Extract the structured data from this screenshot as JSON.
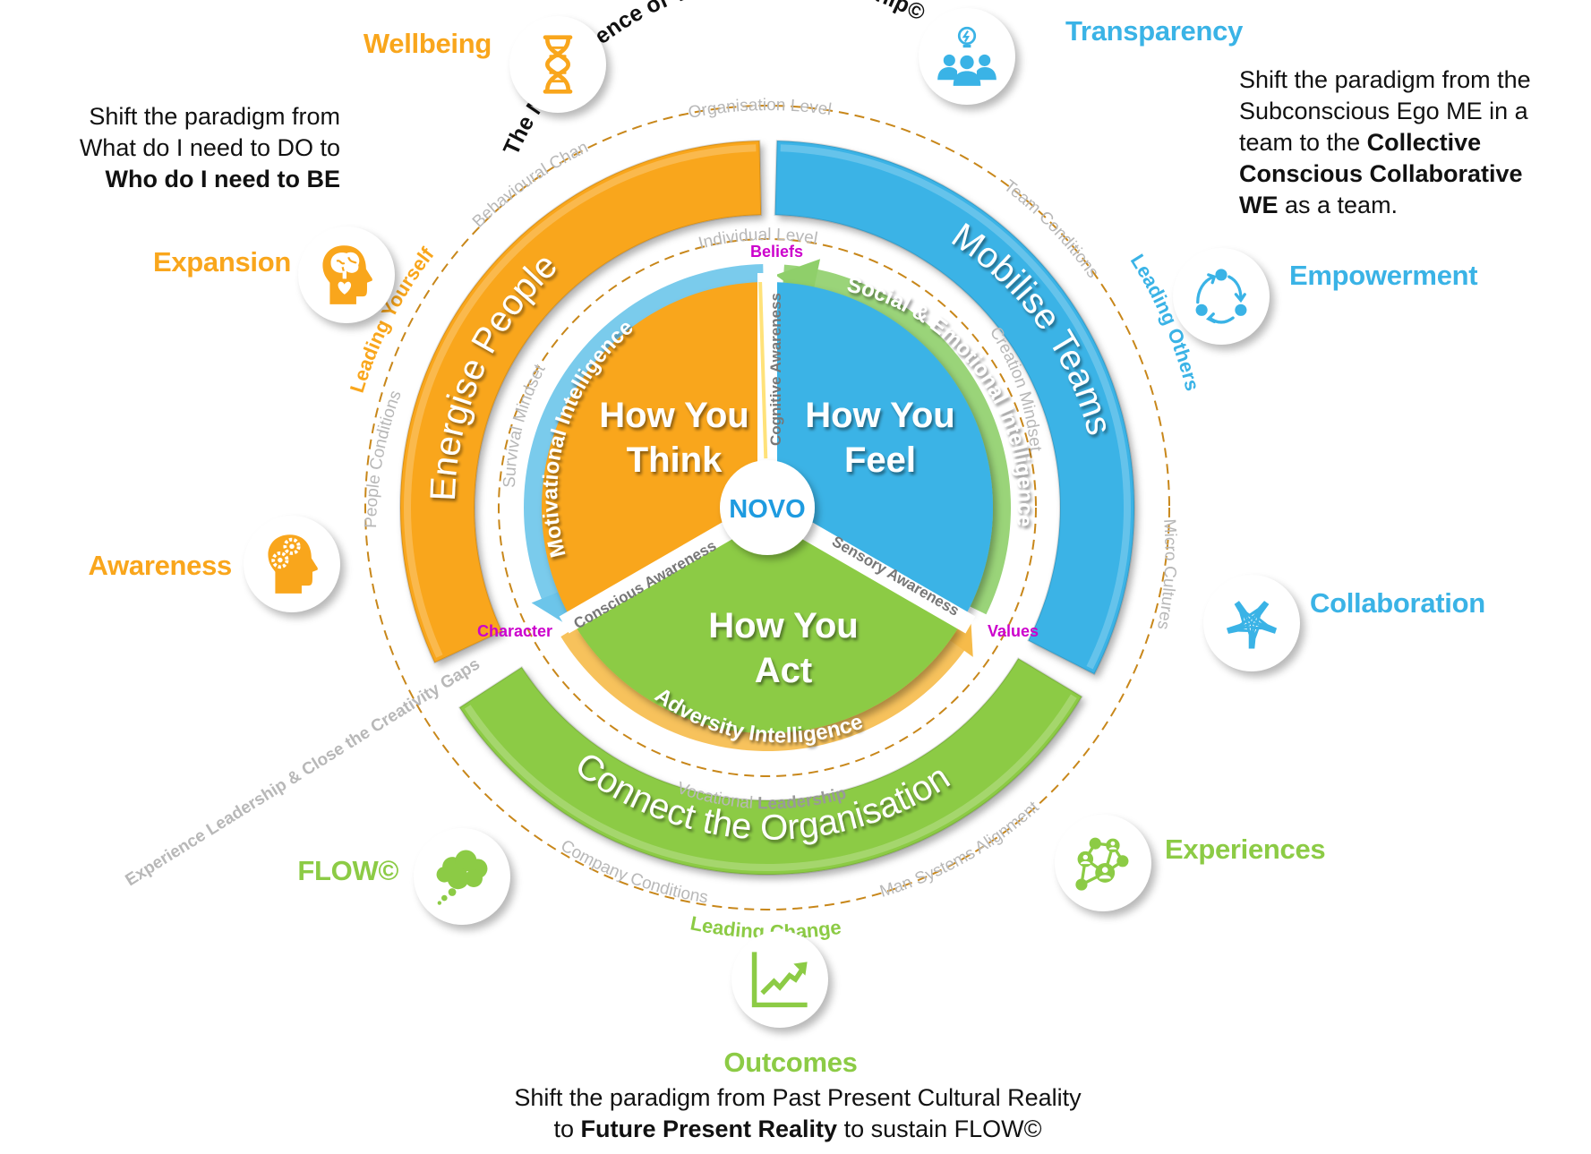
{
  "title": "The Neuroscience of Vocational Leadership©",
  "center_label": "NOVO",
  "colors": {
    "orange": "#F9A61C",
    "blue": "#3AB3E6",
    "green": "#8CCB45",
    "magenta": "#CC00CC",
    "dashed": "#C8871A",
    "grey_text": "#B5B5B5",
    "dark_text": "#111111"
  },
  "sectors": [
    {
      "label_line1": "How You",
      "label_line2": "Think",
      "color": "orange"
    },
    {
      "label_line1": "How You",
      "label_line2": "Feel",
      "color": "blue"
    },
    {
      "label_line1": "How You",
      "label_line2": "Act",
      "color": "green"
    }
  ],
  "dividers": {
    "cognitive": "Cognitive Awareness",
    "conscious": "Conscious Awareness",
    "sensory": "Sensory Awareness"
  },
  "arrows": {
    "motivational": "Motivational Intelligence",
    "social_emotional": "Social & Emotional Intelligence",
    "adversity": "Adversity Intelligence"
  },
  "anchors": {
    "beliefs": "Beliefs",
    "character": "Character",
    "values": "Values"
  },
  "inner_ring": {
    "individual_level": "Individual Level",
    "survival_mindset": "Survival Mindset",
    "creation_mindset": "Creation Mindset",
    "vocational_leadership_1": "Vocational",
    "vocational_leadership_2": "Leadership"
  },
  "bands": {
    "energise": "Energise People",
    "mobilise": "Mobilise Teams",
    "connect": "Connect the Organisation"
  },
  "outer_ring": {
    "organisation_level": "Organisation Level",
    "behavioural_change": "Behavioural Change",
    "people_conditions": "People Conditions",
    "team_conditions": "Team Conditions",
    "micro_cultures": "Micro Cultures",
    "company_conditions": "Company Conditions",
    "man_systems_alignment": "Man Systems Alignment",
    "experience_gap": "Experience Leadership & Close the Creativity Gaps"
  },
  "leading": {
    "yourself": "Leading Yourself",
    "others": "Leading Others",
    "change": "Leading Change"
  },
  "features": [
    {
      "id": "wellbeing",
      "label": "Wellbeing",
      "icon": "dna-icon",
      "color": "orange"
    },
    {
      "id": "expansion",
      "label": "Expansion",
      "icon": "brain-heart-head-icon",
      "color": "orange"
    },
    {
      "id": "awareness",
      "label": "Awareness",
      "icon": "gears-head-icon",
      "color": "orange"
    },
    {
      "id": "transparency",
      "label": "Transparency",
      "icon": "team-lightbulb-icon",
      "color": "blue"
    },
    {
      "id": "empowerment",
      "label": "Empowerment",
      "icon": "cycle-nodes-icon",
      "color": "blue"
    },
    {
      "id": "collaboration",
      "label": "Collaboration",
      "icon": "joined-hands-icon",
      "color": "blue"
    },
    {
      "id": "flow",
      "label": "FLOW©",
      "icon": "thought-cloud-icon",
      "color": "green"
    },
    {
      "id": "experiences",
      "label": "Experiences",
      "icon": "people-network-icon",
      "color": "green"
    },
    {
      "id": "outcomes",
      "label": "Outcomes",
      "icon": "growth-chart-icon",
      "color": "green"
    }
  ],
  "paragraphs": {
    "left": {
      "line1": "Shift the paradigm from",
      "line2": "What do I need to DO to",
      "line3_bold": "Who do I need to BE"
    },
    "right": {
      "line1": "Shift the paradigm from the",
      "line2": "Subconscious Ego ME in a",
      "line3_normal": "team to the ",
      "line3_bold": "Collective",
      "line4_bold": "Conscious Collaborative",
      "line5_bold": "WE",
      "line5_normal": " as a team."
    },
    "bottom": {
      "line1": "Shift the paradigm from Past Present Cultural Reality",
      "line2_pre": "to ",
      "line2_bold": "Future Present Reality",
      "line2_post": " to sustain FLOW©"
    }
  }
}
